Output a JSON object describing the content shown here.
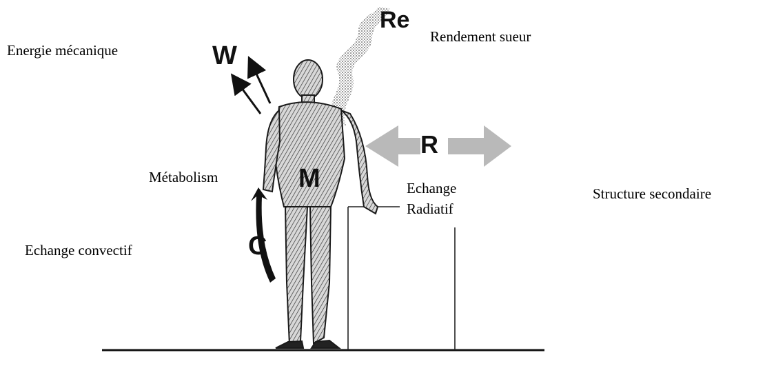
{
  "labels": {
    "energie_mecanique": "Energie mécanique",
    "rendement_sueur": "Rendement sueur",
    "metabolism": "Métabolism",
    "echange_radiatif_line1": "Echange",
    "echange_radiatif_line2": "Radiatif",
    "structure_secondaire": "Structure secondaire",
    "echange_convectif": "Echange convectif"
  },
  "symbols": {
    "work": "W",
    "evaporation": "Re",
    "radiation": "R",
    "metabolism": "M",
    "convection": "C"
  },
  "colors": {
    "ink": "#111111",
    "radiation_arrow": "#b8b8b8",
    "figure_fill": "#cfcfcf",
    "figure_stroke": "#1a1a1a"
  }
}
